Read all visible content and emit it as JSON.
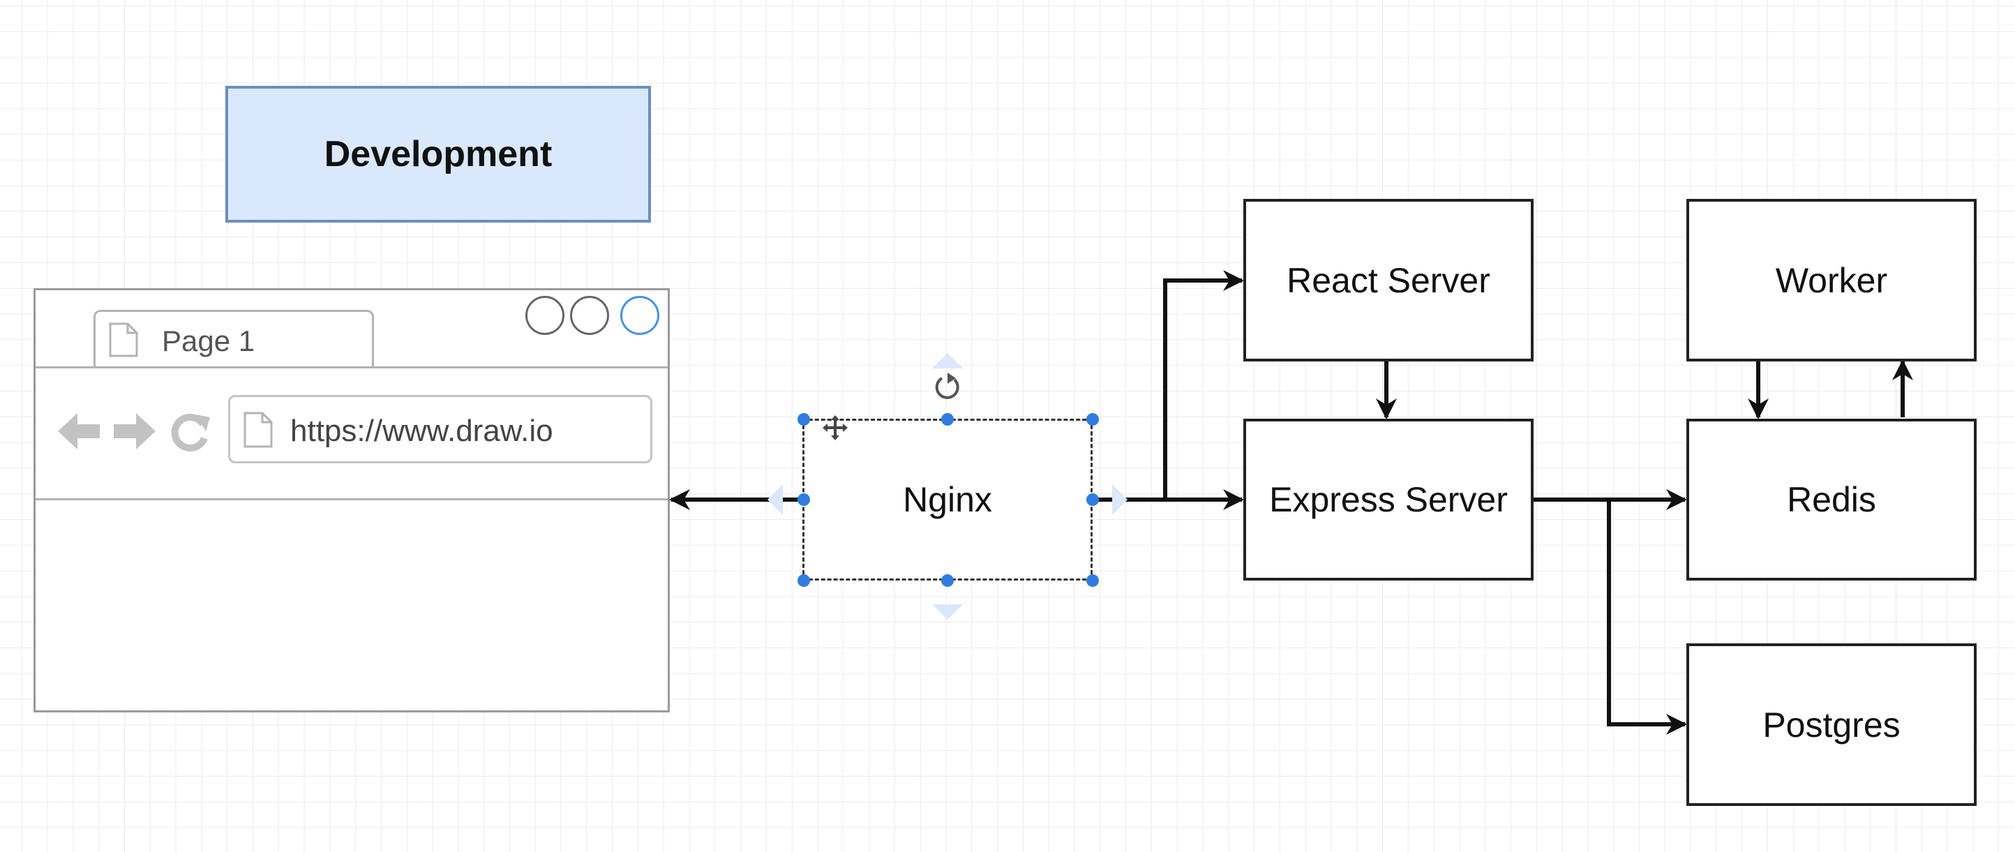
{
  "diagram": {
    "title": "Development",
    "browser": {
      "tab_label": "Page 1",
      "url": "https://www.draw.io"
    },
    "nodes": {
      "nginx": "Nginx",
      "react_server": "React Server",
      "express_server": "Express Server",
      "worker": "Worker",
      "redis": "Redis",
      "postgres": "Postgres"
    }
  },
  "colors": {
    "title_fill": "#dae8fc",
    "title_stroke": "#6c8ebf",
    "selection": "#2f7ce0"
  },
  "icons": [
    "page-icon",
    "back-arrow-icon",
    "forward-arrow-icon",
    "reload-icon",
    "rotate-icon",
    "move-icon"
  ]
}
